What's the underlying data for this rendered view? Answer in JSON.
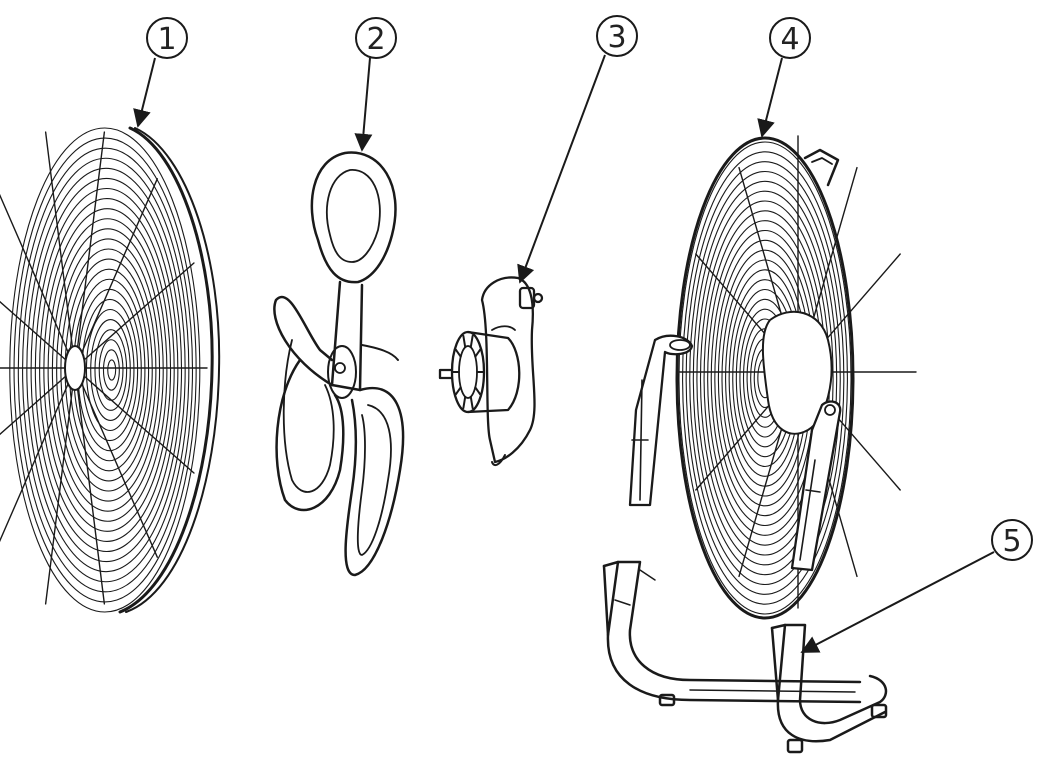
{
  "diagram": {
    "type": "exploded-parts-diagram",
    "ink_color": "#1a1a1a",
    "background": "#ffffff",
    "callouts": [
      {
        "id": "part-1",
        "label": "1"
      },
      {
        "id": "part-2",
        "label": "2"
      },
      {
        "id": "part-3",
        "label": "3"
      },
      {
        "id": "part-4",
        "label": "4"
      },
      {
        "id": "part-5",
        "label": "5"
      }
    ],
    "parts": [
      {
        "callout": "1",
        "icon": "front-grille-icon"
      },
      {
        "callout": "2",
        "icon": "fan-blade-icon"
      },
      {
        "callout": "3",
        "icon": "motor-icon"
      },
      {
        "callout": "4",
        "icon": "rear-grille-icon"
      },
      {
        "callout": "5",
        "icon": "stand-base-icon"
      }
    ]
  }
}
